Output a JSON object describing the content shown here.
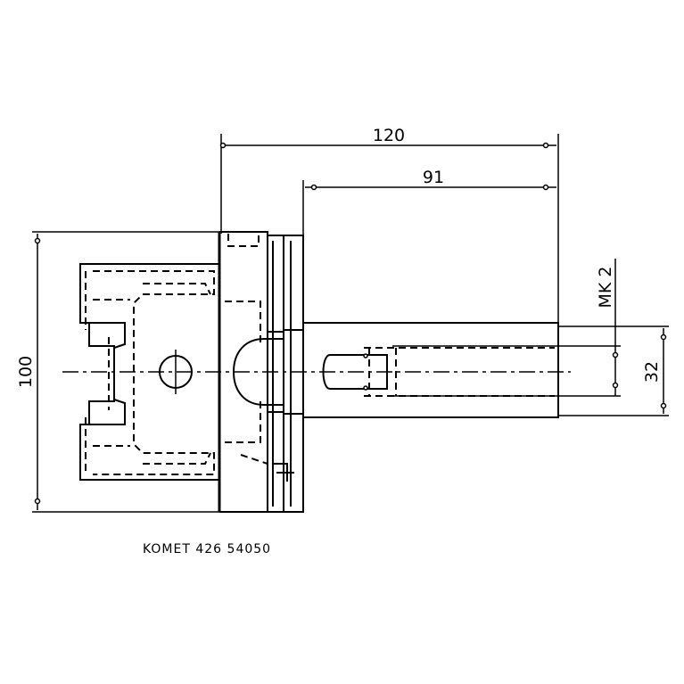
{
  "dimensions": {
    "overall_length": "120",
    "shank_length": "91",
    "flange_diameter": "100",
    "taper": "MK 2",
    "bore_diameter": "32"
  },
  "caption": "KOMET 426 54050"
}
